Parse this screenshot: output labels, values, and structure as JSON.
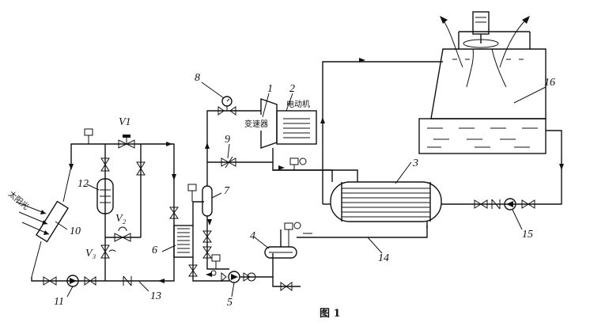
{
  "caption": "图 1",
  "labels": {
    "n1": "1",
    "n2": "2",
    "n3": "3",
    "n4": "4",
    "n5": "5",
    "n6": "6",
    "n7": "7",
    "n8": "8",
    "n9": "9",
    "n10": "10",
    "n11": "11",
    "n12": "12",
    "n13": "13",
    "n14": "14",
    "n15": "15",
    "n16": "16",
    "v1": "V1",
    "v2": "V₂",
    "v3": "V₃"
  },
  "texts": {
    "gearbox": "变速器",
    "motor": "电动机",
    "sunlight": "太阳光"
  }
}
